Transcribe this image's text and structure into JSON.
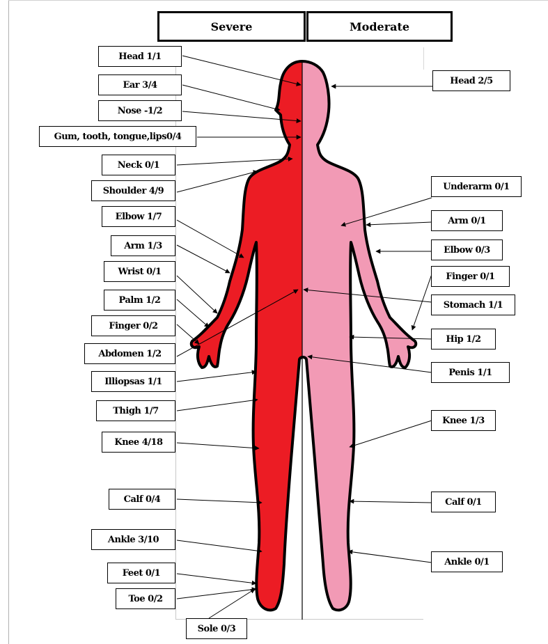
{
  "headers": {
    "severe": "Severe",
    "moderate": "Moderate"
  },
  "colors": {
    "severe": "#ec1c24",
    "moderate": "#f29ab5",
    "outline": "#000000"
  },
  "severe_labels": {
    "head": "Head 1/1",
    "ear": "Ear 3/4",
    "nose": "Nose -1/2",
    "mouth": "Gum, tooth, tongue,lips0/4",
    "neck": "Neck 0/1",
    "shoulder": "Shoulder 4/9",
    "elbow": "Elbow 1/7",
    "arm": "Arm 1/3",
    "wrist": "Wrist 0/1",
    "palm": "Palm 1/2",
    "finger": "Finger 0/2",
    "abdomen": "Abdomen 1/2",
    "illiopsas": "Illiopsas 1/1",
    "thigh": "Thigh 1/7",
    "knee": "Knee 4/18",
    "calf": "Calf 0/4",
    "ankle": "Ankle 3/10",
    "feet": "Feet 0/1",
    "toe": "Toe 0/2",
    "sole": "Sole 0/3"
  },
  "moderate_labels": {
    "head": "Head 2/5",
    "underarm": "Underarm 0/1",
    "arm": "Arm 0/1",
    "elbow": "Elbow 0/3",
    "finger": "Finger 0/1",
    "stomach": "Stomach 1/1",
    "hip": "Hip 1/2",
    "penis": "Penis 1/1",
    "knee": "Knee 1/3",
    "calf": "Calf 0/1",
    "ankle": "Ankle 0/1"
  }
}
